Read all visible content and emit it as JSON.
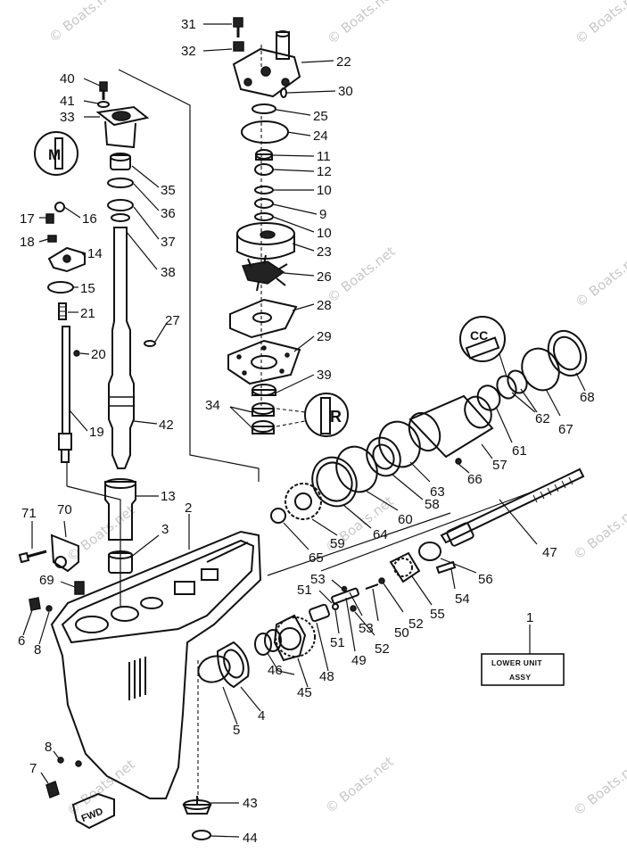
{
  "diagram": {
    "title_box": {
      "line1": "LOWER UNIT",
      "line2": "ASSY"
    },
    "fwd_badge": "FWD",
    "watermark": "© Boats.net",
    "callout_letters": {
      "m": "M",
      "cc": "CC",
      "r": "R"
    },
    "labels": [
      {
        "id": "p31",
        "text": "31"
      },
      {
        "id": "p32",
        "text": "32"
      },
      {
        "id": "p22",
        "text": "22"
      },
      {
        "id": "p30",
        "text": "30"
      },
      {
        "id": "p25",
        "text": "25"
      },
      {
        "id": "p24",
        "text": "24"
      },
      {
        "id": "p11",
        "text": "11"
      },
      {
        "id": "p12",
        "text": "12"
      },
      {
        "id": "p10a",
        "text": "10"
      },
      {
        "id": "p9",
        "text": "9"
      },
      {
        "id": "p10b",
        "text": "10"
      },
      {
        "id": "p23",
        "text": "23"
      },
      {
        "id": "p26",
        "text": "26"
      },
      {
        "id": "p28",
        "text": "28"
      },
      {
        "id": "p29",
        "text": "29"
      },
      {
        "id": "p39",
        "text": "39"
      },
      {
        "id": "p34",
        "text": "34"
      },
      {
        "id": "p40",
        "text": "40"
      },
      {
        "id": "p41",
        "text": "41"
      },
      {
        "id": "p33",
        "text": "33"
      },
      {
        "id": "p35",
        "text": "35"
      },
      {
        "id": "p36",
        "text": "36"
      },
      {
        "id": "p37",
        "text": "37"
      },
      {
        "id": "p38",
        "text": "38"
      },
      {
        "id": "p16",
        "text": "16"
      },
      {
        "id": "p17",
        "text": "17"
      },
      {
        "id": "p18",
        "text": "18"
      },
      {
        "id": "p14",
        "text": "14"
      },
      {
        "id": "p15",
        "text": "15"
      },
      {
        "id": "p21",
        "text": "21"
      },
      {
        "id": "p27",
        "text": "27"
      },
      {
        "id": "p20",
        "text": "20"
      },
      {
        "id": "p42",
        "text": "42"
      },
      {
        "id": "p19",
        "text": "19"
      },
      {
        "id": "p13",
        "text": "13"
      },
      {
        "id": "p3",
        "text": "3"
      },
      {
        "id": "p2",
        "text": "2"
      },
      {
        "id": "p71",
        "text": "71"
      },
      {
        "id": "p70",
        "text": "70"
      },
      {
        "id": "p69",
        "text": "69"
      },
      {
        "id": "p6",
        "text": "6"
      },
      {
        "id": "p8a",
        "text": "8"
      },
      {
        "id": "p8b",
        "text": "8"
      },
      {
        "id": "p7",
        "text": "7"
      },
      {
        "id": "p5",
        "text": "5"
      },
      {
        "id": "p4",
        "text": "4"
      },
      {
        "id": "p46",
        "text": "46"
      },
      {
        "id": "p45",
        "text": "45"
      },
      {
        "id": "p48",
        "text": "48"
      },
      {
        "id": "p43",
        "text": "43"
      },
      {
        "id": "p44",
        "text": "44"
      },
      {
        "id": "p53a",
        "text": "53"
      },
      {
        "id": "p51a",
        "text": "51"
      },
      {
        "id": "p51b",
        "text": "51"
      },
      {
        "id": "p49",
        "text": "49"
      },
      {
        "id": "p53b",
        "text": "53"
      },
      {
        "id": "p52a",
        "text": "52"
      },
      {
        "id": "p50",
        "text": "50"
      },
      {
        "id": "p52b",
        "text": "52"
      },
      {
        "id": "p55",
        "text": "55"
      },
      {
        "id": "p54",
        "text": "54"
      },
      {
        "id": "p56",
        "text": "56"
      },
      {
        "id": "p47",
        "text": "47"
      },
      {
        "id": "p65",
        "text": "65"
      },
      {
        "id": "p59",
        "text": "59"
      },
      {
        "id": "p64",
        "text": "64"
      },
      {
        "id": "p60",
        "text": "60"
      },
      {
        "id": "p58",
        "text": "58"
      },
      {
        "id": "p63",
        "text": "63"
      },
      {
        "id": "p66",
        "text": "66"
      },
      {
        "id": "p57",
        "text": "57"
      },
      {
        "id": "p61",
        "text": "61"
      },
      {
        "id": "p62",
        "text": "62"
      },
      {
        "id": "p67",
        "text": "67"
      },
      {
        "id": "p68",
        "text": "68"
      },
      {
        "id": "p1",
        "text": "1"
      }
    ]
  }
}
